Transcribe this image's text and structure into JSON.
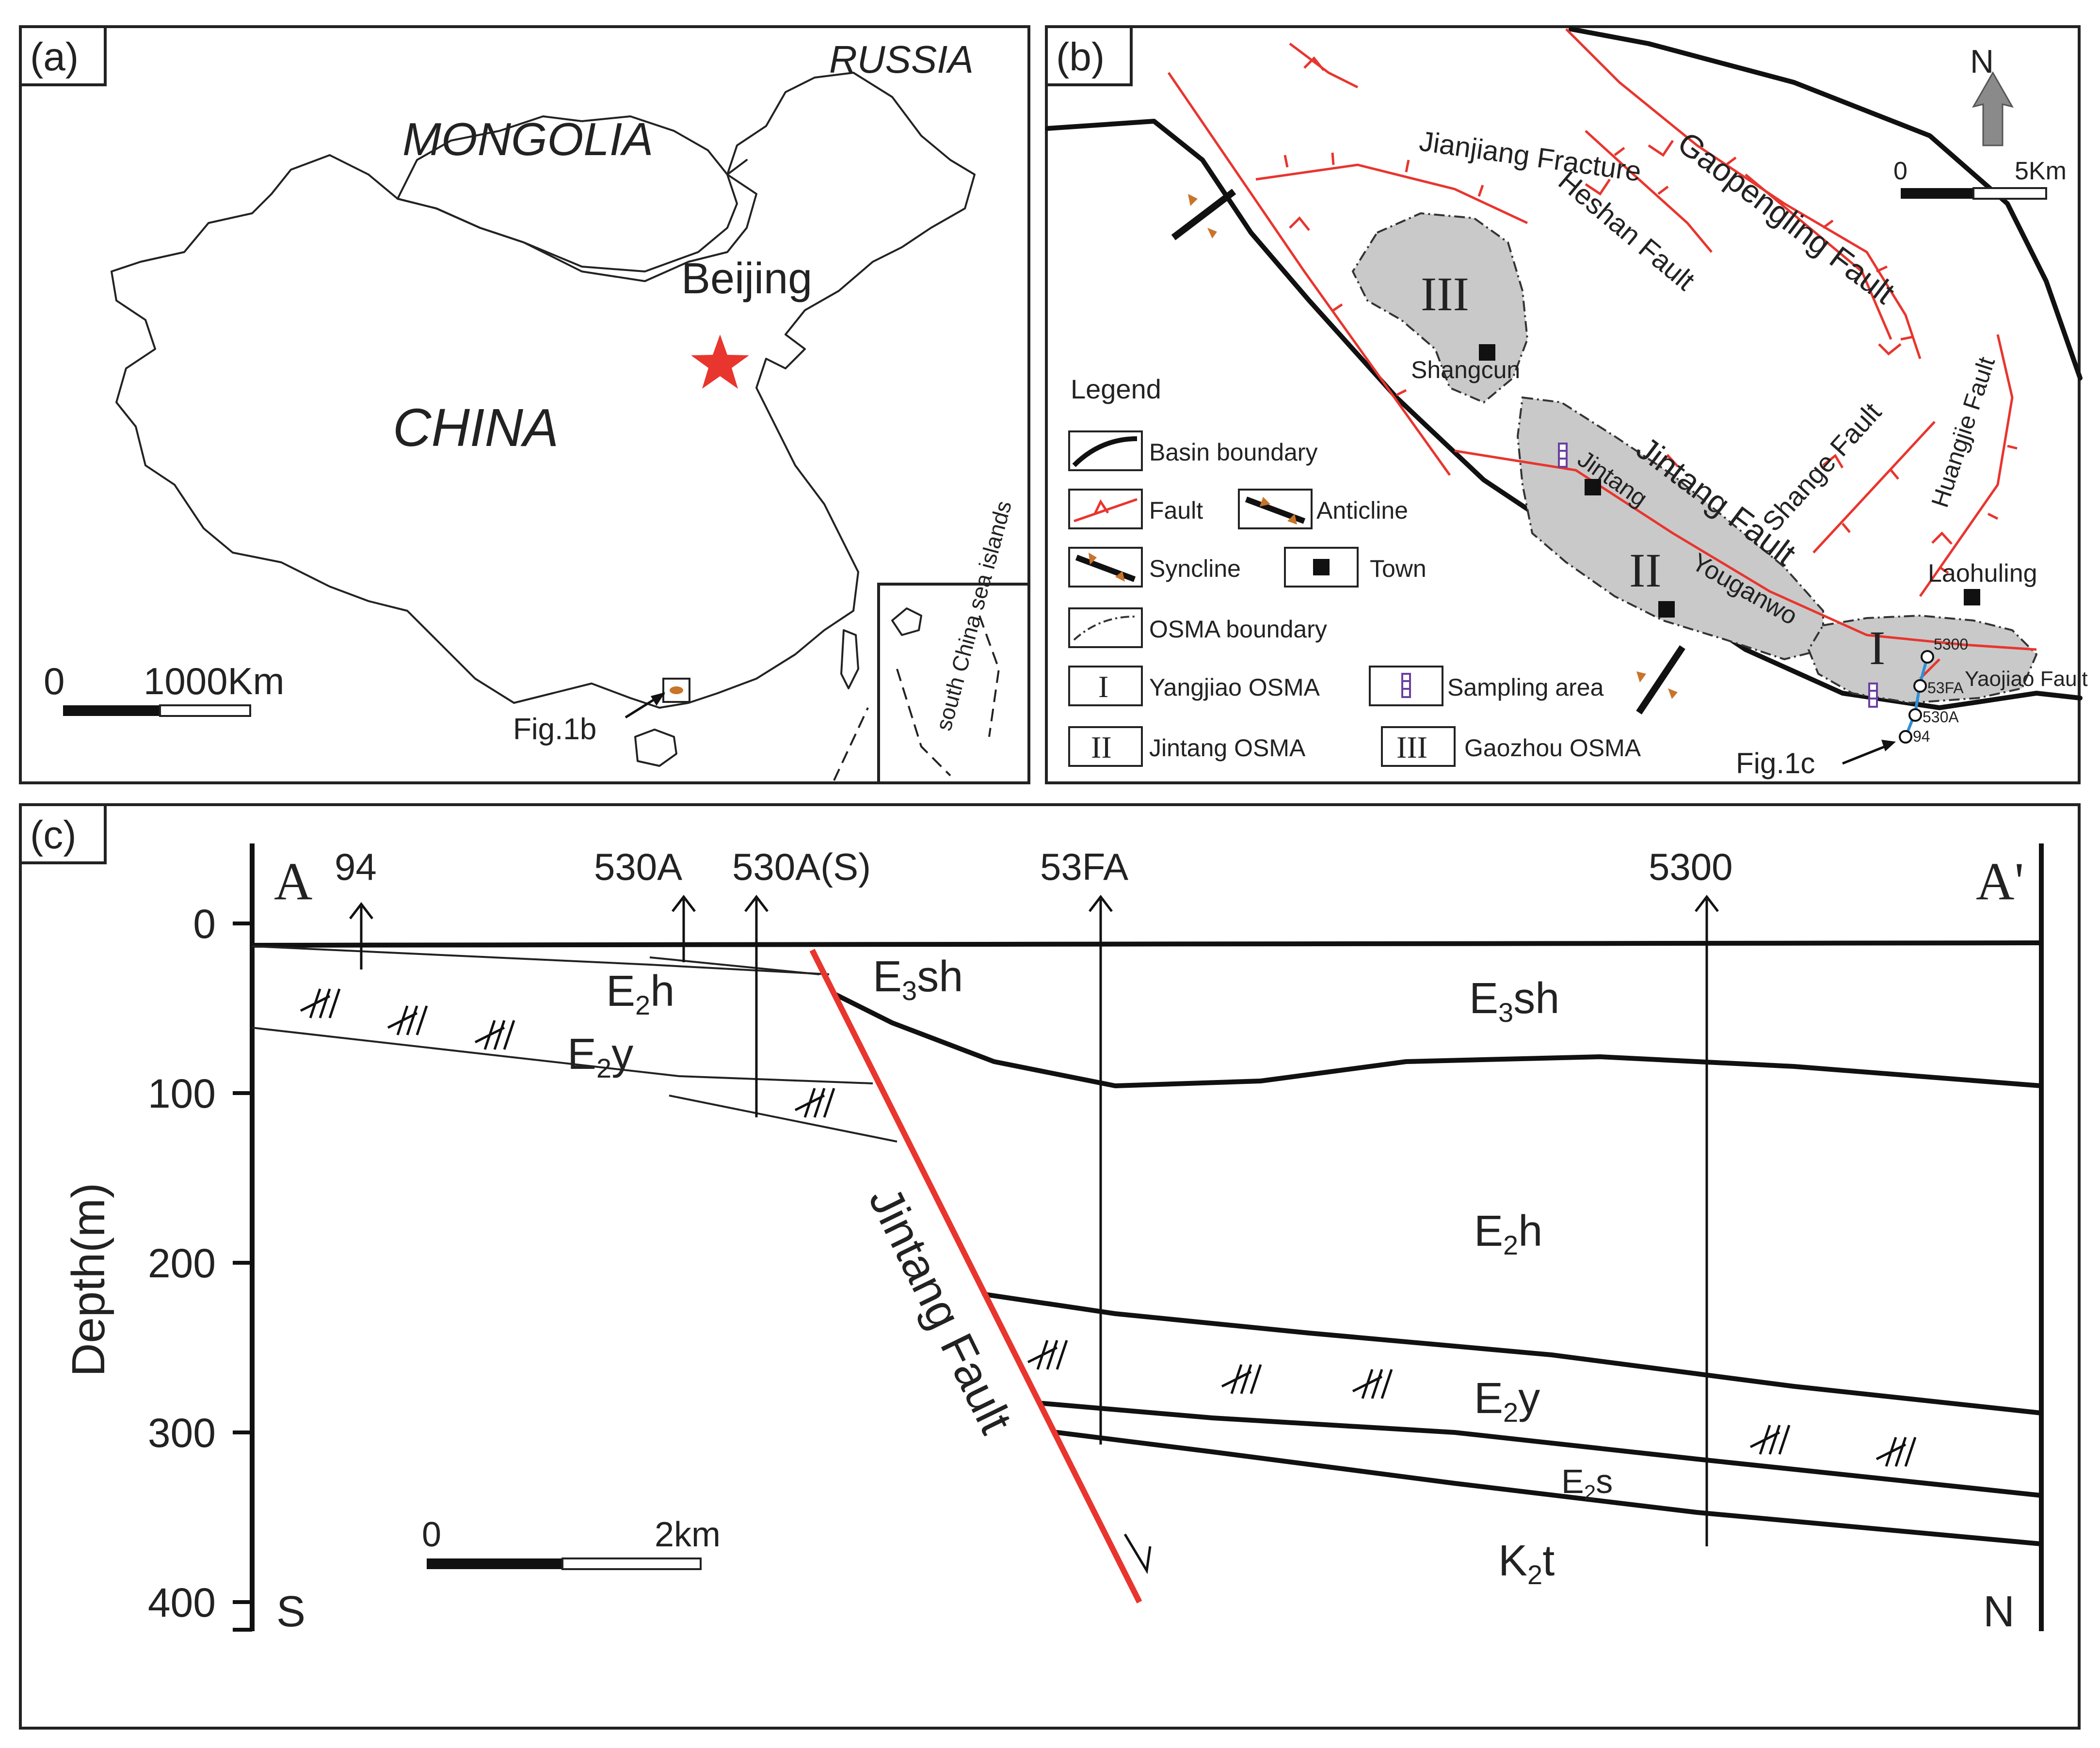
{
  "panel_a": {
    "label": "(a)",
    "countries": {
      "russia": "RUSSIA",
      "mongolia": "MONGOLIA",
      "china": "CHINA"
    },
    "capital": "Beijing",
    "inset_label": "south China sea islands",
    "callout": "Fig.1b",
    "scale": {
      "zero": "0",
      "max": "1000Km"
    }
  },
  "panel_b": {
    "label": "(b)",
    "north": "N",
    "scale": {
      "zero": "0",
      "max": "5Km"
    },
    "faults": {
      "jianjiang": "Jianjiang Fracture",
      "heshan": "Heshan Fault",
      "gaopengling": "Gaopengling Fault",
      "jintang": "Jintang Fault",
      "shange": "Shange Fault",
      "huangjie": "Huangjie Fault",
      "yaojiao": "Yaojiao Fault"
    },
    "osma_numerals": {
      "one": "I",
      "two": "II",
      "three": "III"
    },
    "towns": {
      "shangcun": "Shangcun",
      "jintang": "Jintang",
      "youganwo": "Youganwo",
      "laohuling": "Laohuling"
    },
    "wells": [
      "5300",
      "53FA",
      "530A",
      "94"
    ],
    "callout": "Fig.1c",
    "legend": {
      "title": "Legend",
      "basin": "Basin boundary",
      "fault": "Fault",
      "anticline": "Anticline",
      "syncline": "Syncline",
      "town": "Town",
      "osma_boundary": "OSMA boundary",
      "yangjiao": "Yangjiao OSMA",
      "sampling": "Sampling area",
      "jintang": "Jintang OSMA",
      "gaozhou": "Gaozhou OSMA",
      "num_one": "I",
      "num_two": "II",
      "num_three": "III"
    }
  },
  "panel_c": {
    "label": "(c)",
    "ylabel": "Depth(m)",
    "yticks": [
      "0",
      "100",
      "200",
      "300",
      "400"
    ],
    "ends": {
      "a_left": "A",
      "a_right": "A'",
      "south": "S",
      "north": "N"
    },
    "wells": [
      "94",
      "530A",
      "530A(S)",
      "53FA",
      "5300"
    ],
    "fault": "Jintang Fault",
    "units": {
      "e3sh": {
        "base": "E",
        "sub": "3",
        "tail": "sh"
      },
      "e2h": {
        "base": "E",
        "sub": "2",
        "tail": "h"
      },
      "e2y": {
        "base": "E",
        "sub": "2",
        "tail": "y"
      },
      "e2s": {
        "base": "E",
        "sub": "2",
        "tail": "s"
      },
      "k2t": {
        "base": "K",
        "sub": "2",
        "tail": "t"
      }
    },
    "scale": {
      "zero": "0",
      "max": "2km"
    }
  },
  "colors": {
    "fault_red": "#e8352e",
    "star_red": "#e8352e",
    "osma_gray": "#c9c9c9",
    "line_black": "#111111",
    "arrow_orange": "#c8742a",
    "sample_purple": "#6a3fa0",
    "well_blue": "#2f8fd8"
  }
}
